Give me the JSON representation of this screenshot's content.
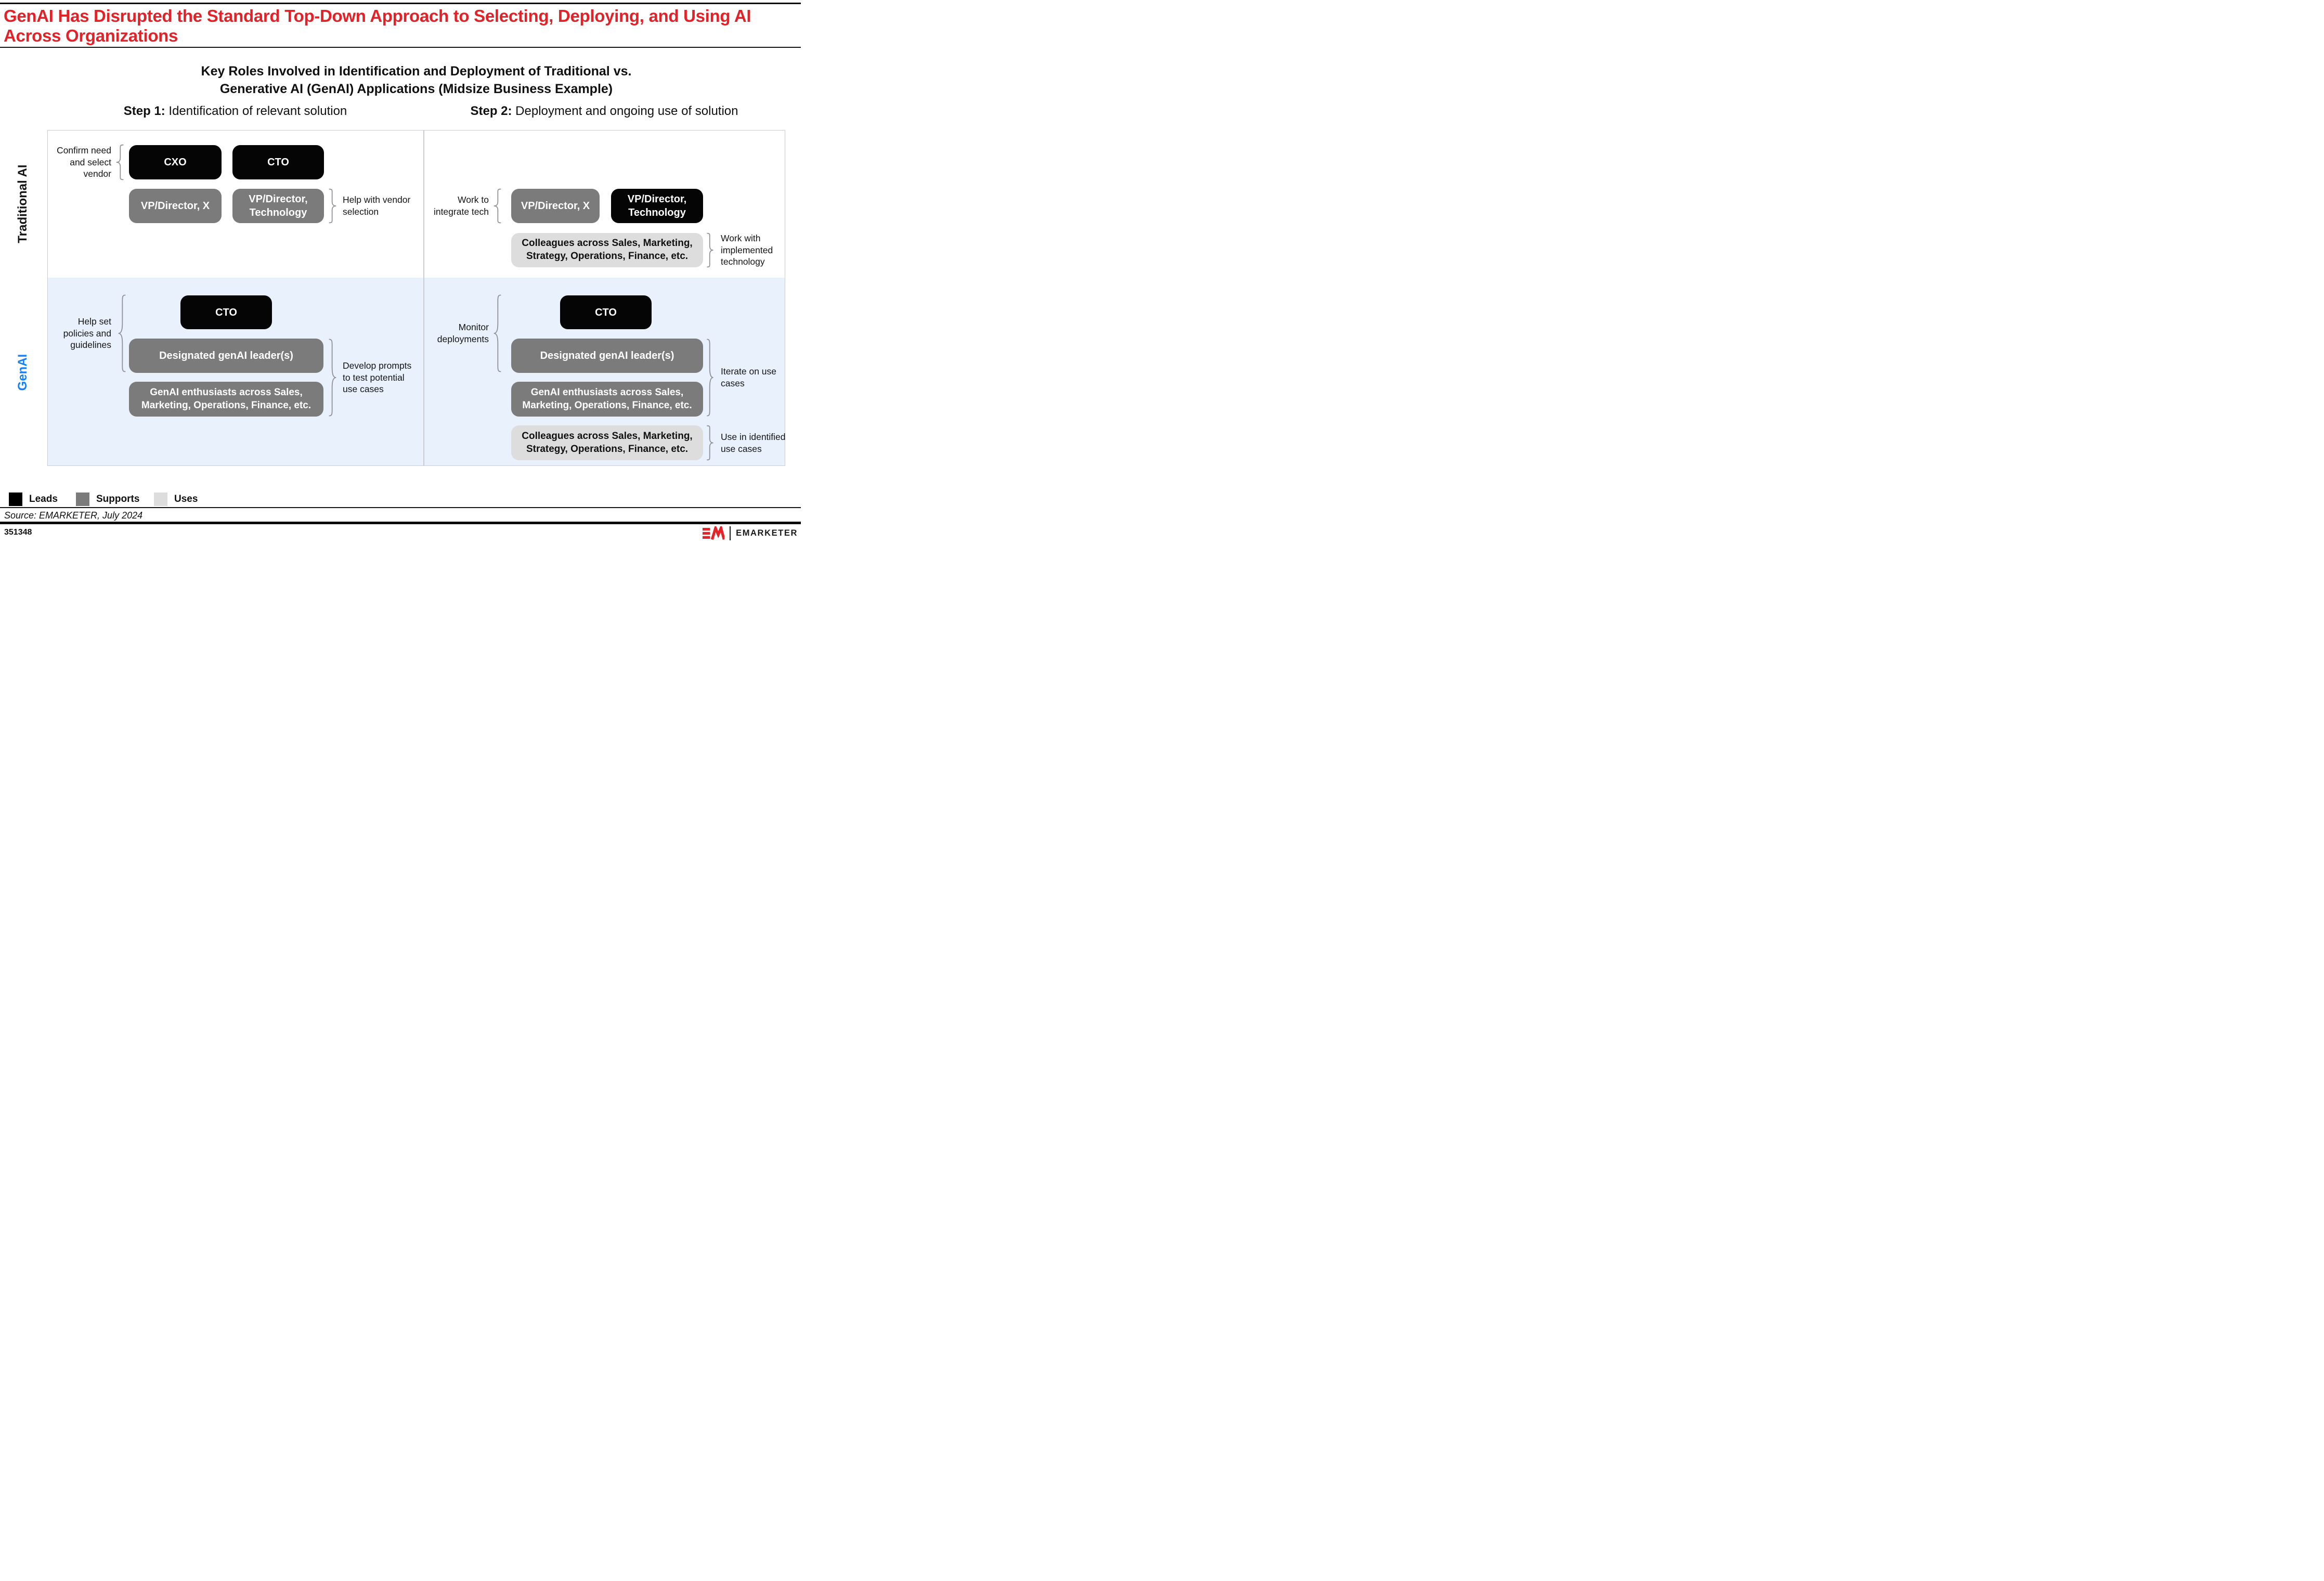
{
  "title": {
    "line1": "GenAI Has Disrupted the Standard Top-Down Approach to Selecting, Deploying, and Using AI",
    "line2": "Across Organizations"
  },
  "subtitle": {
    "line1": "Key Roles Involved in Identification and Deployment of Traditional vs.",
    "line2": "Generative AI (GenAI) Applications (Midsize Business Example)"
  },
  "steps": [
    {
      "bold": "Step 1:",
      "rest": " Identification of relevant solution"
    },
    {
      "bold": "Step 2:",
      "rest": " Deployment and ongoing use of solution"
    }
  ],
  "rows": [
    {
      "label": "Traditional AI"
    },
    {
      "label": "GenAI"
    }
  ],
  "trad": {
    "s1": {
      "label_confirm": "Confirm need and select vendor",
      "box_cxo": "CXO",
      "box_cto": "CTO",
      "box_vpx": "VP/Director, X",
      "box_vptech": "VP/Director, Technology",
      "label_help": "Help with vendor selection"
    },
    "s2": {
      "label_integrate": "Work to integrate tech",
      "box_vpx": "VP/Director, X",
      "box_vptech": "VP/Director, Technology",
      "box_colleagues": "Colleagues across Sales, Marketing, Strategy, Operations, Finance, etc.",
      "label_workwith": "Work with implemented technology"
    }
  },
  "genai": {
    "s1": {
      "label_policies": "Help set policies and guidelines",
      "box_cto": "CTO",
      "box_leaders": "Designated genAI leader(s)",
      "box_enthusiasts": "GenAI enthusiasts across Sales, Marketing, Operations, Finance, etc.",
      "label_prompts": "Develop prompts to test potential use cases"
    },
    "s2": {
      "label_monitor": "Monitor deployments",
      "box_cto": "CTO",
      "box_leaders": "Designated genAI leader(s)",
      "box_enthusiasts": "GenAI enthusiasts across Sales, Marketing, Operations, Finance, etc.",
      "box_colleagues": "Colleagues across Sales, Marketing, Strategy, Operations, Finance, etc.",
      "label_iterate": "Iterate on use cases",
      "label_use": "Use in identified use cases"
    }
  },
  "legend": [
    {
      "label": "Leads",
      "color": "#000000"
    },
    {
      "label": "Supports",
      "color": "#7b7b7b"
    },
    {
      "label": "Uses",
      "color": "#dddddd"
    }
  ],
  "source": "Source: EMARKETER, July 2024",
  "chart_id": "351348",
  "logo": {
    "text": "EMARKETER"
  },
  "colors": {
    "title_red": "#e32126",
    "logo_red": "#e5242a",
    "genai_blue": "#1680f4",
    "genai_row_bg": "#e9f1fc",
    "box_black": "#050505",
    "box_gray": "#7b7b7b",
    "box_light": "#dddddd",
    "table_border": "#c9cdd1"
  }
}
